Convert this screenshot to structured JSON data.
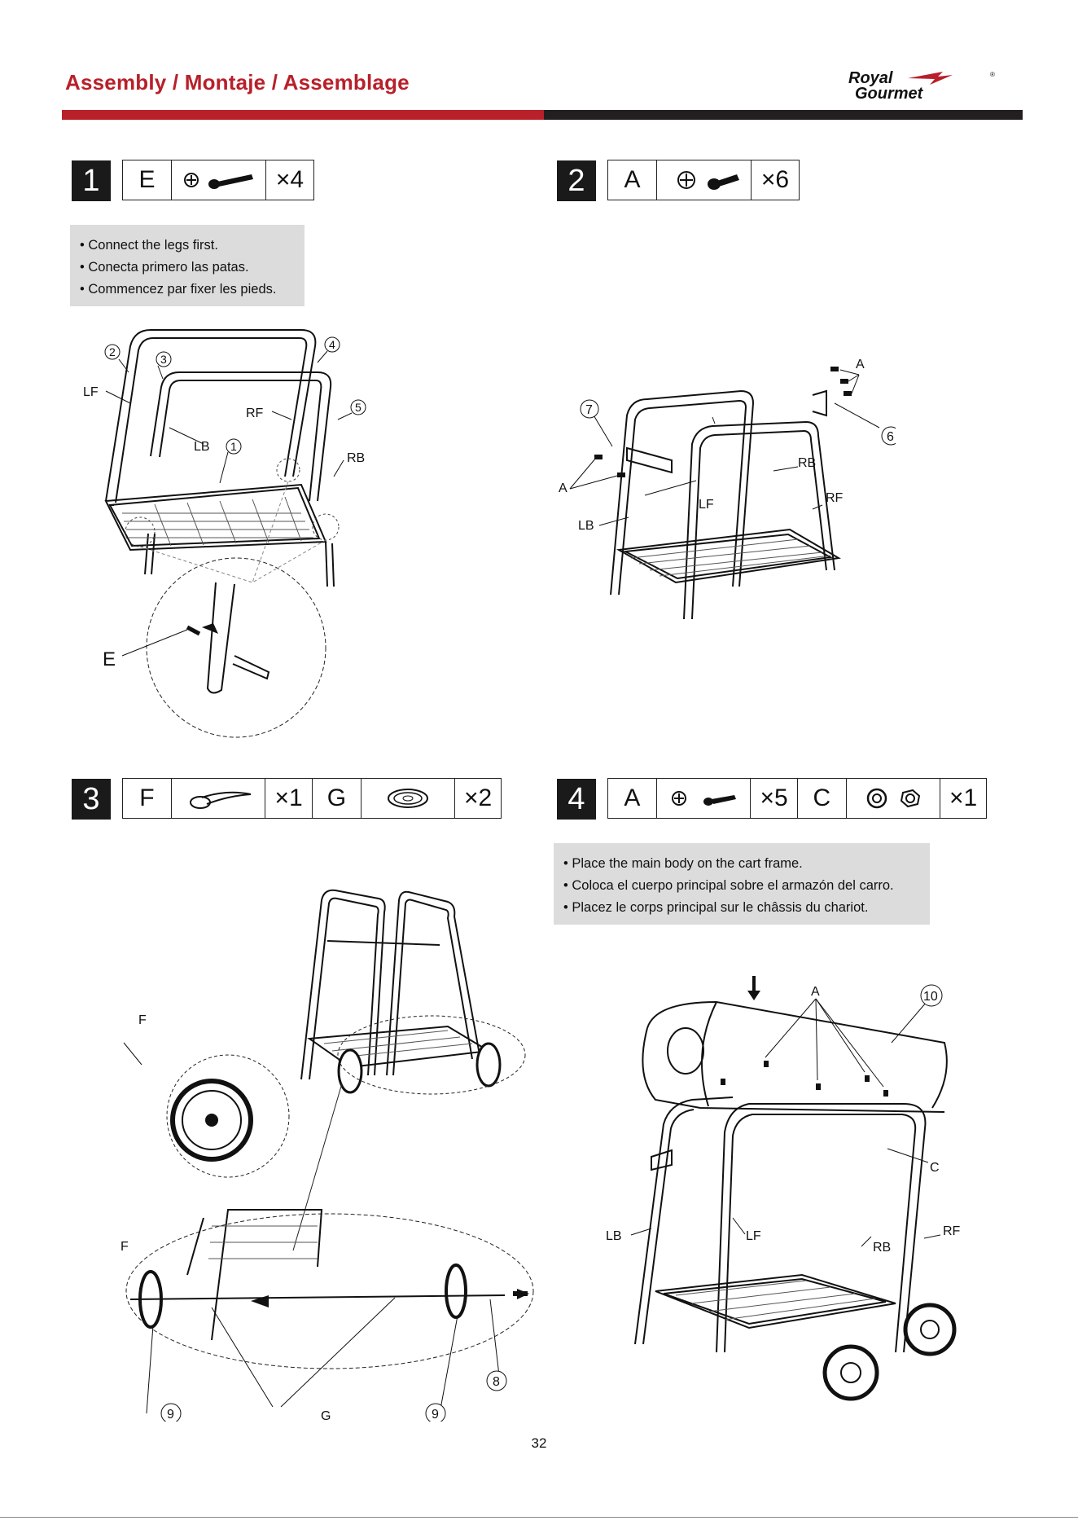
{
  "header": {
    "title": "Assembly / Montaje / Assemblage",
    "logo_line1": "Royal",
    "logo_line2": "Gourmet",
    "logo_mark": "®"
  },
  "steps": [
    {
      "number": "1",
      "parts": [
        {
          "letter": "E",
          "icon": "screw-icon",
          "qty": "×4"
        }
      ],
      "notes": [
        "• Connect the legs first.",
        "• Conecta primero las patas.",
        "• Commencez par fixer les pieds."
      ],
      "callouts": [
        "2",
        "3",
        "4",
        "5",
        "1",
        "LF",
        "LB",
        "RF",
        "RB",
        "E"
      ]
    },
    {
      "number": "2",
      "parts": [
        {
          "letter": "A",
          "icon": "screw-icon",
          "qty": "×6"
        }
      ],
      "notes": [],
      "callouts": [
        "7",
        "6",
        "A",
        "A",
        "RB",
        "LF",
        "RF",
        "LB"
      ]
    },
    {
      "number": "3",
      "parts": [
        {
          "letter": "F",
          "icon": "hitch-pin-icon",
          "qty": "×1"
        },
        {
          "letter": "G",
          "icon": "washer-icon",
          "qty": "×2"
        }
      ],
      "notes": [],
      "callouts": [
        "F",
        "F",
        "9",
        "G",
        "9",
        "8"
      ]
    },
    {
      "number": "4",
      "parts": [
        {
          "letter": "A",
          "icon": "screw-icon",
          "qty": "×5"
        },
        {
          "letter": "C",
          "icon": "washer-nut-icon",
          "qty": "×1"
        }
      ],
      "notes": [
        "• Place the main body on the cart frame.",
        "• Coloca el cuerpo principal sobre el armazón del carro.",
        "• Placez le corps principal sur le châssis du chariot."
      ],
      "callouts": [
        "A",
        "10",
        "C",
        "LB",
        "LF",
        "RB",
        "RF"
      ]
    }
  ],
  "page_number": "32",
  "colors": {
    "accent": "#b8202a",
    "dark_bar": "#231f20",
    "note_bg": "#dcdcdc"
  }
}
